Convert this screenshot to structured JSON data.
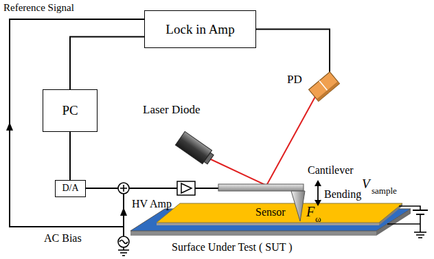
{
  "diagram": {
    "nodes": [
      {
        "text": [
          "Lock in Amp"
        ]
      },
      {
        "text": [
          "PC"
        ]
      },
      {
        "text": [
          "D/A"
        ]
      },
      {
        "text": [
          "Laser Diode"
        ]
      },
      {
        "text": [
          "PD"
        ]
      }
    ],
    "edges": [
      {
        "from": 0,
        "to": 1,
        "arrow": "none"
      },
      {
        "from": 1,
        "to": 2,
        "arrow": "none"
      },
      {
        "from": 4,
        "to": 0,
        "arrow": "none"
      }
    ],
    "labels": [
      "Reference Signal",
      "HV Amp",
      "AC Bias",
      "Cantilever",
      "Bending",
      "Sensor",
      "F",
      "ω",
      "V",
      "sample",
      "Surface Under Test ( SUT )"
    ]
  }
}
